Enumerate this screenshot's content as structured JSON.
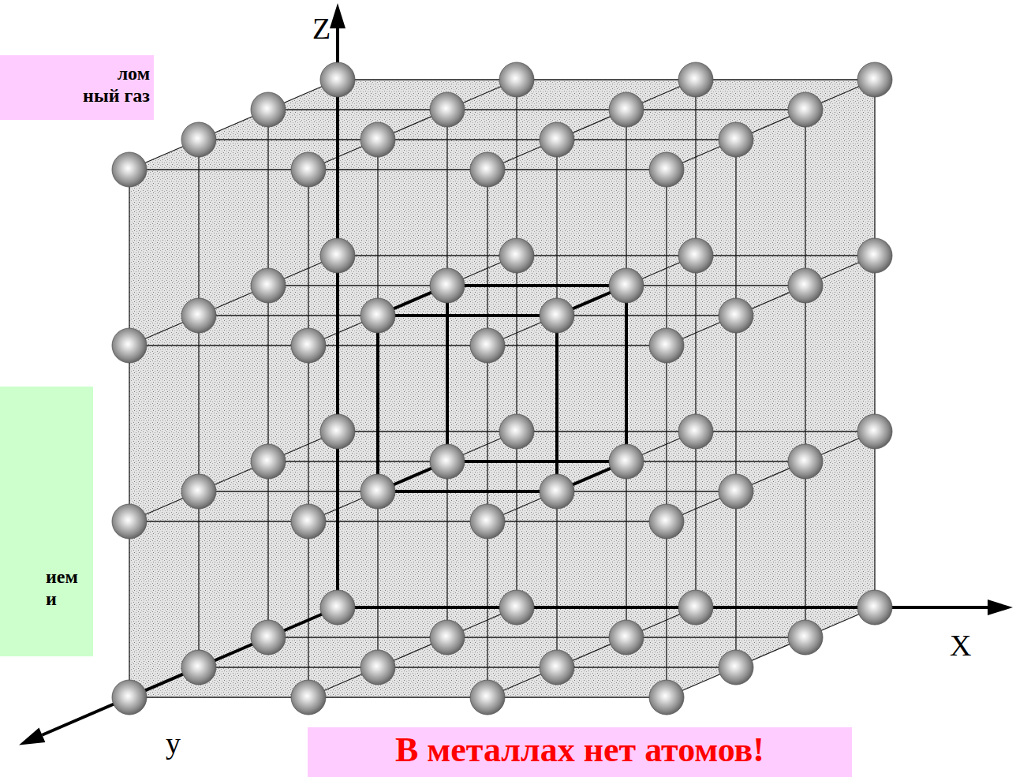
{
  "diagram": {
    "nodes": [
      {
        "text": [
          "лом ный газ"
        ]
      },
      {
        "text": [
          "ием и"
        ]
      },
      {
        "text": [
          "В металлах нет атомов!"
        ]
      }
    ],
    "labels": [
      "Z",
      "X",
      "y"
    ]
  }
}
